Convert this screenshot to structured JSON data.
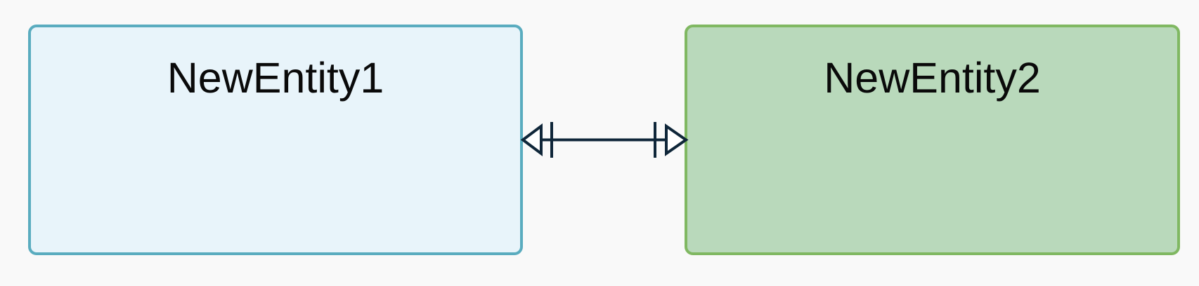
{
  "entities": [
    {
      "title": "NewEntity1",
      "fill": "#e8f4fa",
      "border": "#5aacbf"
    },
    {
      "title": "NewEntity2",
      "fill": "#b9d9bb",
      "border": "#80b862"
    }
  ],
  "relationship": {
    "line_color": "#0f2639",
    "start_marker": "arrow-one",
    "end_marker": "arrow-one"
  }
}
